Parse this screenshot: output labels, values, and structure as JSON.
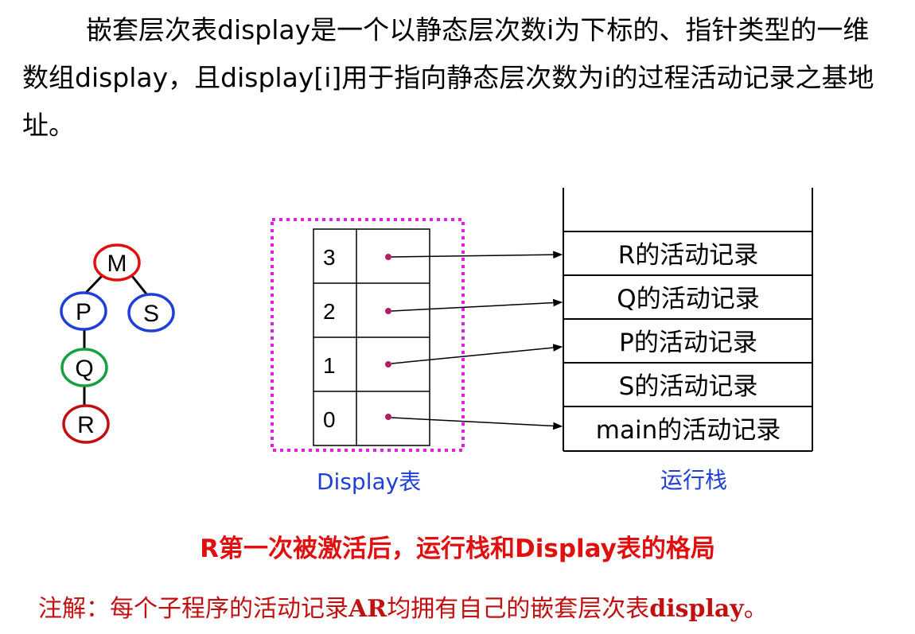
{
  "intro": {
    "text": "嵌套层次表display是一个以静态层次数i为下标的、指针类型的一维数组display，且display[i]用于指向静态层次数为i的过程活动记录之基地址。"
  },
  "tree": {
    "nodes": [
      {
        "id": "M",
        "label": "M",
        "color": "#e01010"
      },
      {
        "id": "P",
        "label": "P",
        "color": "#1f3fd6"
      },
      {
        "id": "S",
        "label": "S",
        "color": "#1f3fd6"
      },
      {
        "id": "Q",
        "label": "Q",
        "color": "#18a040"
      },
      {
        "id": "R",
        "label": "R",
        "color": "#c01010"
      }
    ],
    "edges": [
      [
        "M",
        "P"
      ],
      [
        "M",
        "S"
      ],
      [
        "P",
        "Q"
      ],
      [
        "Q",
        "R"
      ]
    ]
  },
  "display_table": {
    "label": "Display表",
    "rows": [
      {
        "index": "3"
      },
      {
        "index": "2"
      },
      {
        "index": "1"
      },
      {
        "index": "0"
      }
    ],
    "border_color": "#e020e0"
  },
  "run_stack": {
    "label": "运行栈",
    "records": [
      "R的活动记录",
      "Q的活动记录",
      "P的活动记录",
      "S的活动记录",
      "main的活动记录"
    ]
  },
  "pointers": [
    {
      "from_index": "3",
      "to_record": "R的活动记录"
    },
    {
      "from_index": "2",
      "to_record": "Q的活动记录"
    },
    {
      "from_index": "1",
      "to_record": "P的活动记录"
    },
    {
      "from_index": "0",
      "to_record": "main的活动记录"
    }
  ],
  "caption": "R第一次被激活后，运行栈和Display表的格局",
  "note": {
    "prefix": "注解：每个子程序的活动记录",
    "ar": "AR",
    "middle": "均拥有自己的嵌套层次表",
    "term": "display",
    "end": "。"
  },
  "colors": {
    "label_blue": "#1f3fd6",
    "caption_red": "#e01010",
    "note_red": "#c01010",
    "pointer_dot": "#b02060"
  }
}
